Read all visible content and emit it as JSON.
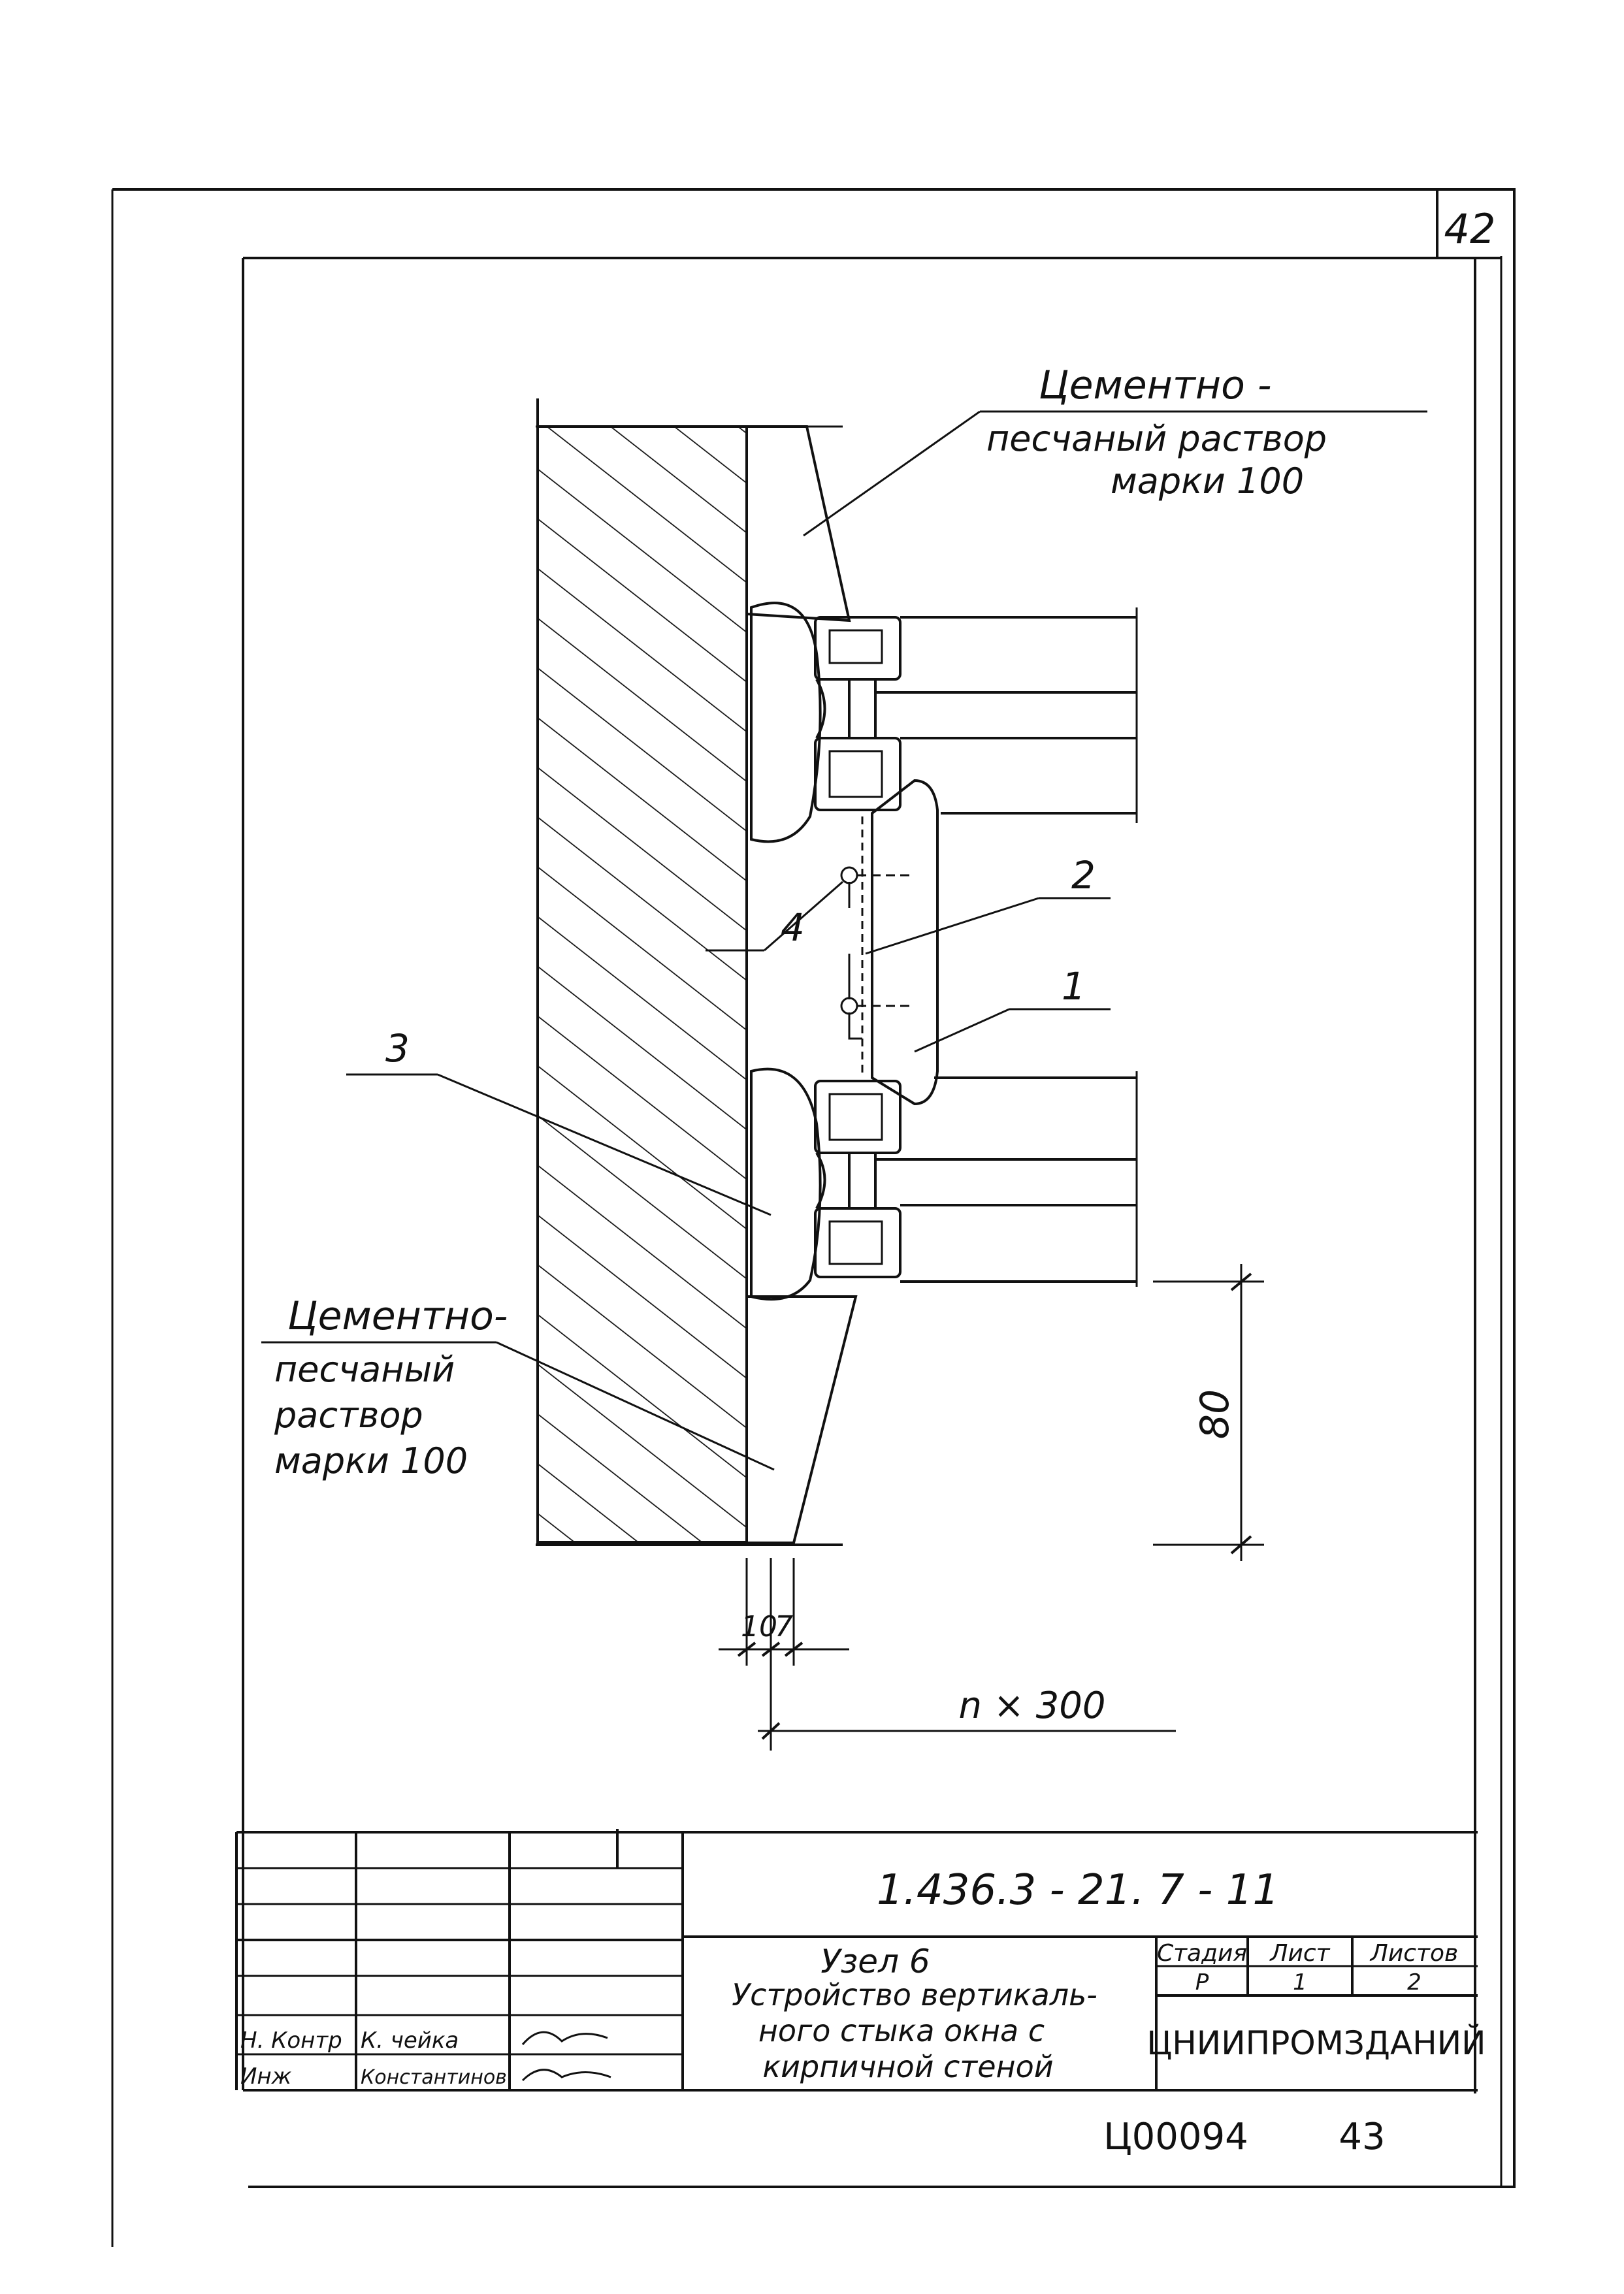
{
  "sheet_number": "42",
  "labels": {
    "mortar_top_line1": "Цементно -",
    "mortar_top_line2": "песчаный раствор",
    "mortar_top_line3": "марки 100",
    "mortar_bottom_line1": "Цементно-",
    "mortar_bottom_line2": "песчаный",
    "mortar_bottom_line3": "раствор",
    "mortar_bottom_line4": "марки 100",
    "callout_1": "1",
    "callout_2": "2",
    "callout_3": "3",
    "callout_4": "4"
  },
  "dimensions": {
    "d80": "80",
    "d10": "10",
    "d7": "7",
    "n300": "n × 300"
  },
  "title_block": {
    "code": "1.436.3 - 21. 7 - 11",
    "title_line1": "Узел 6",
    "title_line2": "Устройство вертикаль-",
    "title_line3": "ного стыка окна с",
    "title_line4": "кирпичной стеной",
    "stage_header": "Стадия",
    "sheet_header": "Лист",
    "sheets_header": "Листов",
    "stage_value": "Р",
    "sheet_value": "1",
    "sheets_value": "2",
    "organization": "ЦНИИПРОМЗДАНИЙ",
    "row1_role": "Н. Контр",
    "row1_name": "К. чейка",
    "row2_role": "Инж",
    "row2_name": "Константинов"
  },
  "footer": {
    "archive_code": "Ц00094",
    "page": "43"
  }
}
